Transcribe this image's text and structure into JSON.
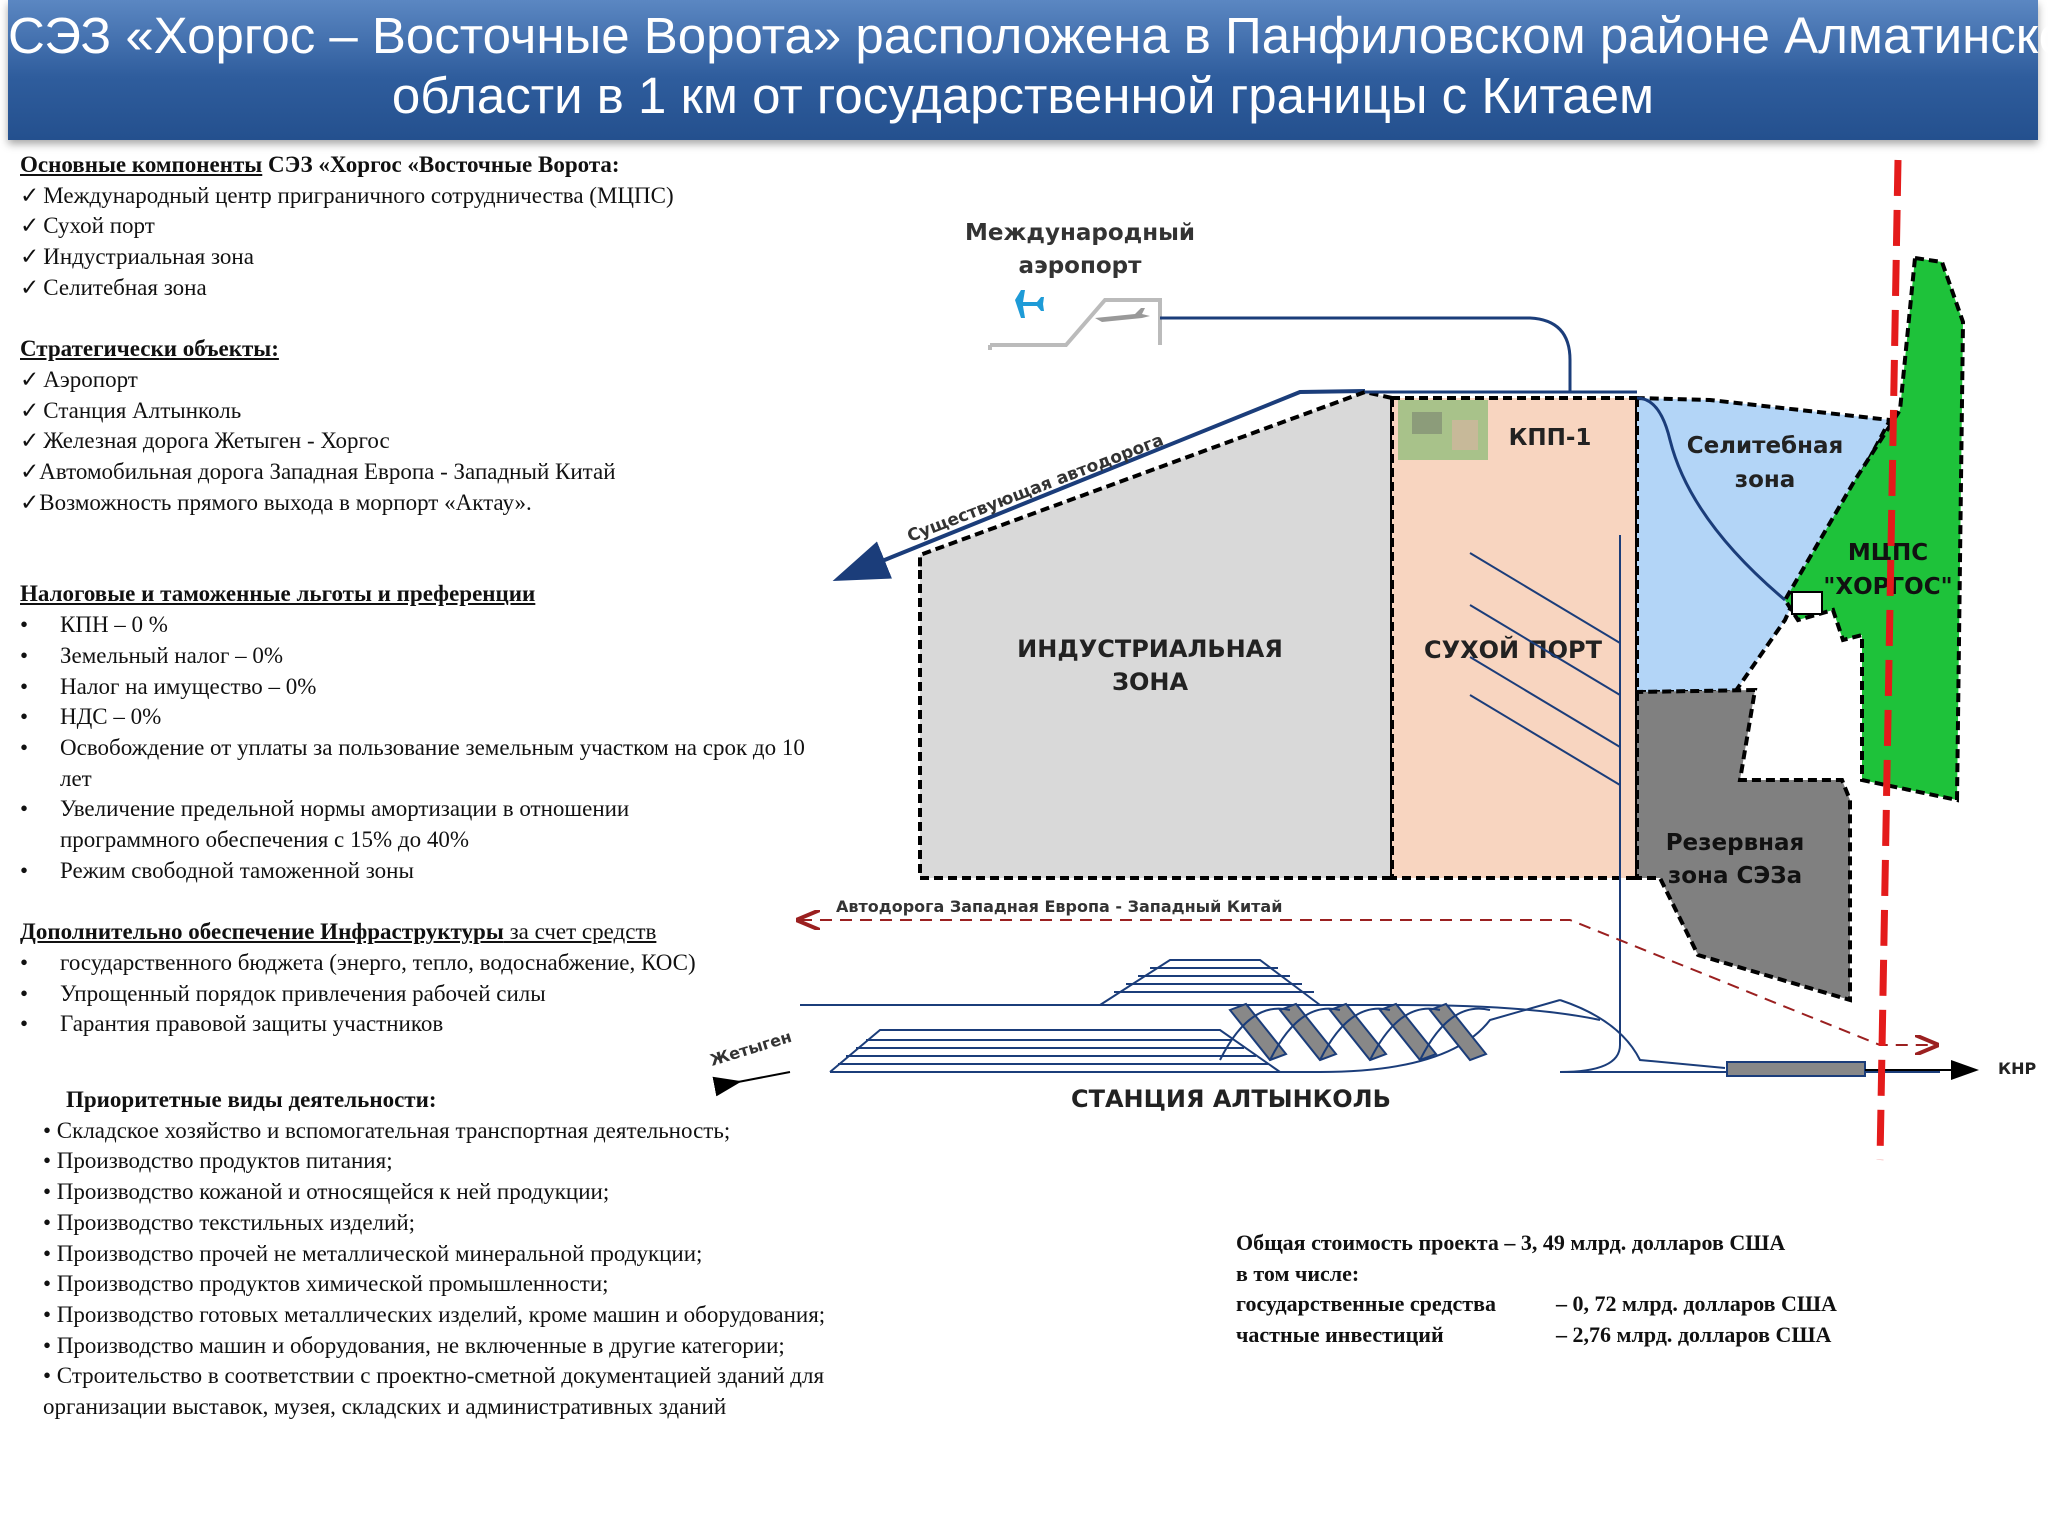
{
  "title": {
    "line1": "СЭЗ «Хоргос – Восточные Ворота»  расположена в Панфиловском районе Алматинской",
    "line2": "области в 1 км от государственной границы с Китаем"
  },
  "components": {
    "heading_underlined": "Основные компоненты",
    "heading_rest": " СЭЗ «Хоргос «Восточные Ворота:",
    "items": [
      "Международный центр приграничного сотрудничества  (МЦПС)",
      "Сухой порт",
      "Индустриальная зона",
      "Селитебная зона"
    ]
  },
  "strategic": {
    "heading": "Стратегически  объекты:",
    "items": [
      "Аэропорт",
      "Станция Алтынколь",
      "Железная дорога Жетыген - Хоргос",
      "Автомобильная дорога Западная Европа - Западный Китай",
      "Возможность прямого выхода в морпорт «Актау»."
    ]
  },
  "tax": {
    "heading": "Налоговые и таможенные  льготы и  преференции",
    "items": [
      "КПН – 0 %",
      "Земельный налог – 0%",
      "Налог на имущество – 0%",
      "НДС – 0%",
      "Освобождение от уплаты за пользование земельным участком на срок до 10 лет",
      "Увеличение предельной нормы амортизации в отношении программного обеспечения с 15% до 40%",
      "Режим свободной таможенной зоны"
    ]
  },
  "infra": {
    "heading_bold": "Дополнительно обеспечение Инфраструктуры",
    "heading_rest": " за счет средств",
    "items": [
      "государственного бюджета (энерго, тепло, водоснабжение, КОС)",
      "Упрощенный порядок привлечения рабочей силы",
      "Гарантия правовой защиты участников"
    ]
  },
  "priority": {
    "heading": "Приоритетные виды деятельности:",
    "items": [
      "•  Складское хозяйство и вспомогательная транспортная деятельность;",
      "•  Производство продуктов питания;",
      "•   Производство   кожаной и относящейся  к ней продукции;",
      "•  Производство текстильных изделий;",
      "•  Производство прочей не  металлической минеральной продукции;",
      "•  Производство продуктов химической промышленности;",
      "•  Производство  готовых  металлических изделий,  кроме машин и оборудования;",
      "•  Производство машин и оборудования, не включенные в другие категории;",
      "•  Строительство в соответствии с проектно-сметной документацией зданий для",
      "организации выставок, музея, складских и административных зданий"
    ]
  },
  "cost": {
    "line1": "Общая стоимость проекта – 3, 49 млрд. долларов США",
    "line2": "в том числе:",
    "gov_label": "государственные средства",
    "gov_value": "–  0, 72 млрд. долларов США",
    "priv_label": "частные инвестиций",
    "priv_value": "–  2,76 млрд. долларов США"
  },
  "map": {
    "airport": [
      "Международный",
      "аэропорт"
    ],
    "existing_road": "Существующая автодорога",
    "industrial": [
      "ИНДУСТРИАЛЬНАЯ",
      "ЗОНА"
    ],
    "dry_port": "СУХОЙ ПОРТ",
    "kpp": "КПП-1",
    "residential": [
      "Селитебная",
      "зона"
    ],
    "mcps": [
      "МЦПС",
      "\"ХОРГОС\""
    ],
    "reserve": [
      "Резервная",
      "зона СЭЗа"
    ],
    "highway": "Автодорога Западная Европа - Западный Китай",
    "zhetygen": "Жетыген",
    "china": "КНР",
    "station": "СТАНЦИЯ АЛТЫНКОЛЬ"
  },
  "colors": {
    "header": "#2f5d9d",
    "industrial_zone": "#d9d9d9",
    "dry_port_zone": "#f8d5c0",
    "residential_zone": "#b3d5f7",
    "mcps_zone": "#1ec23a",
    "reserve_zone": "#808080",
    "border_line": "#e41b1b",
    "road": "#1b3d7a"
  }
}
